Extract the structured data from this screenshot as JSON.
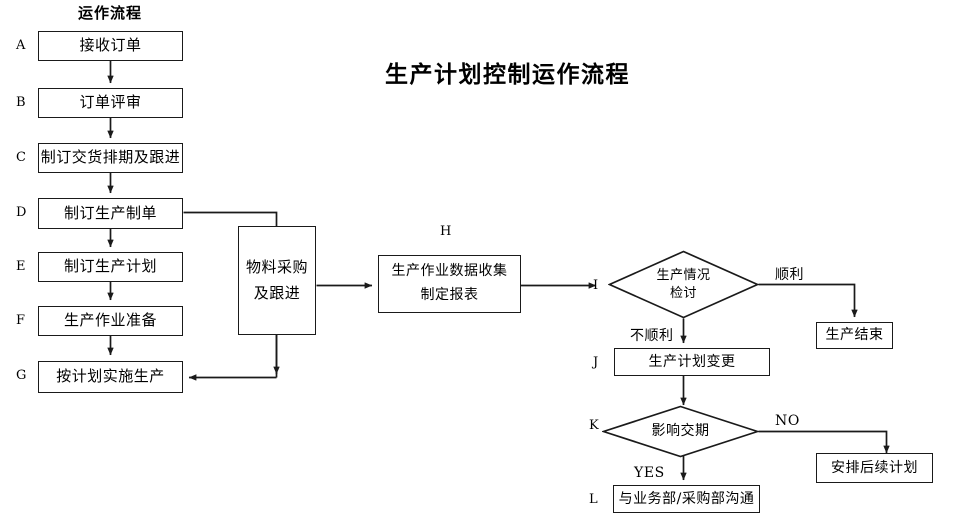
{
  "title": "生产计划控制运作流程",
  "column_heading": "运作流程",
  "colors": {
    "stroke": "#1a1a1a",
    "text": "#000000",
    "background": "#ffffff"
  },
  "steps": [
    {
      "tag": "A",
      "label": "接收订单"
    },
    {
      "tag": "B",
      "label": "订单评审"
    },
    {
      "tag": "C",
      "label": "制订交货排期及跟进"
    },
    {
      "tag": "D",
      "label": "制订生产制单"
    },
    {
      "tag": "E",
      "label": "制订生产计划"
    },
    {
      "tag": "F",
      "label": "生产作业准备"
    },
    {
      "tag": "G",
      "label": "按计划实施生产"
    }
  ],
  "material": {
    "line1": "物料采购",
    "line2": "及跟进"
  },
  "data_collection": {
    "tag": "H",
    "line1": "生产作业数据收集",
    "line2": "制定报表"
  },
  "review_decision": {
    "tag": "I",
    "line1": "生产情况",
    "line2": "检讨",
    "yes_label": "顺利",
    "no_label": "不顺利"
  },
  "production_end": {
    "label": "生产结束"
  },
  "plan_change": {
    "tag": "J",
    "label": "生产计划变更"
  },
  "delivery_decision": {
    "tag": "K",
    "label": "影响交期",
    "yes_label": "YES",
    "no_label": "NO"
  },
  "follow_up_plan": {
    "label": "安排后续计划"
  },
  "communicate": {
    "tag": "L",
    "label": "与业务部/采购部沟通"
  }
}
